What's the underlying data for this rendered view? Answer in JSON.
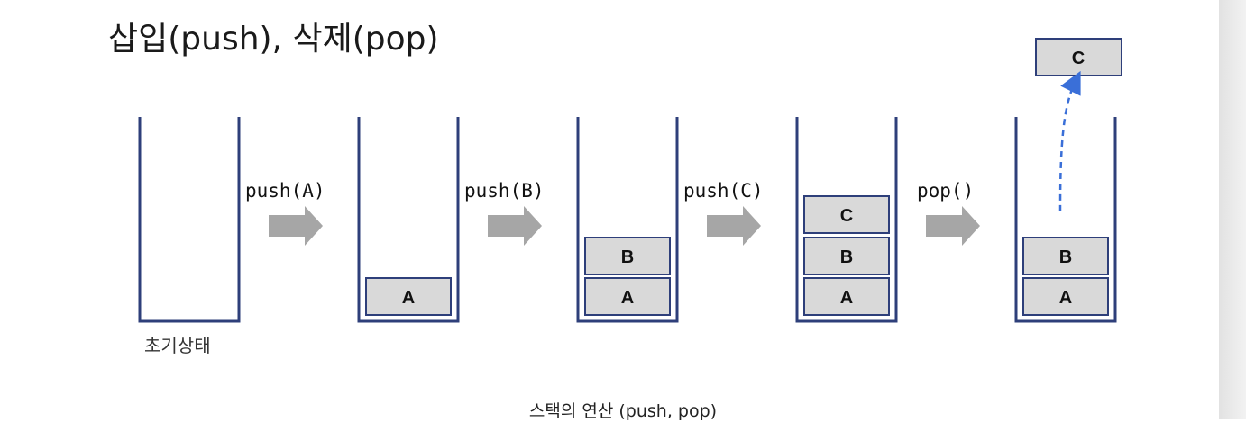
{
  "title": "삽입(push), 삭제(pop)",
  "initial_state_label": "초기상태",
  "caption": "스택의 연산 (push, pop)",
  "operations": [
    "push(A)",
    "push(B)",
    "push(C)",
    "pop()"
  ],
  "stacks": [
    {
      "items": []
    },
    {
      "items": [
        "A"
      ]
    },
    {
      "items": [
        "A",
        "B"
      ]
    },
    {
      "items": [
        "A",
        "B",
        "C"
      ]
    },
    {
      "items": [
        "A",
        "B"
      ]
    }
  ],
  "popped_item": "C",
  "colors": {
    "stack_outline": "#2e3f7a",
    "box_fill": "#d9d9d9",
    "arrow": "#a6a6a6",
    "pop_path": "#3a6fd8"
  }
}
